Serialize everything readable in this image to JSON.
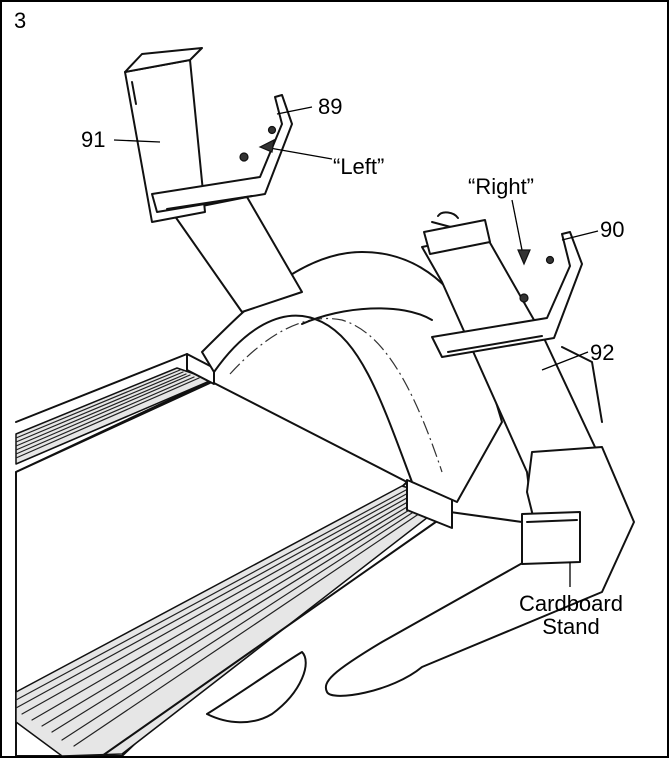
{
  "figure": {
    "step": "3",
    "labels": {
      "p89": "89",
      "p90": "90",
      "p91": "91",
      "p92": "92",
      "left": "“Left”",
      "right": "“Right”",
      "stand_line1": "Cardboard",
      "stand_line2": "Stand"
    }
  }
}
